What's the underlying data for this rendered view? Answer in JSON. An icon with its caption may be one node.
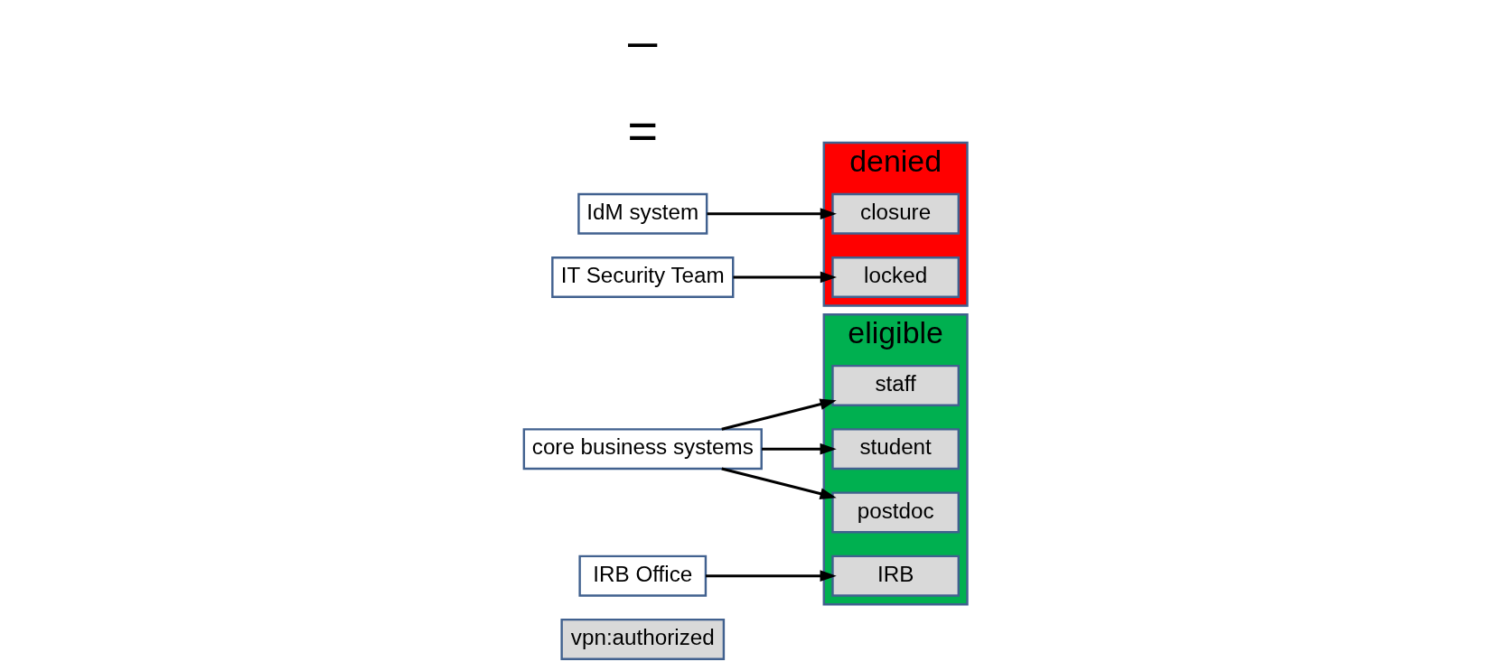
{
  "diagram": {
    "nodes": [
      {
        "text": [
          "vpn:authorized"
        ]
      },
      {
        "text": [
          "eligible"
        ]
      },
      {
        "text": [
          "staff"
        ],
        "in": 1
      },
      {
        "text": [
          "student"
        ],
        "in": 1
      },
      {
        "text": [
          "postdoc"
        ],
        "in": 1
      },
      {
        "text": [
          "IRB"
        ],
        "in": 1
      },
      {
        "text": [
          "denied"
        ]
      },
      {
        "text": [
          "closure"
        ],
        "in": 6
      },
      {
        "text": [
          "locked"
        ],
        "in": 6
      },
      {
        "text": [
          "core business systems"
        ]
      },
      {
        "text": [
          "IdM system"
        ]
      },
      {
        "text": [
          "IRB Office"
        ]
      },
      {
        "text": [
          "IT Security Team"
        ]
      }
    ],
    "edges": [
      {
        "from": 9,
        "to": 2,
        "arrow": "to"
      },
      {
        "from": 9,
        "to": 3,
        "arrow": "to"
      },
      {
        "from": 9,
        "to": 4,
        "arrow": "to"
      },
      {
        "from": 11,
        "to": 5,
        "arrow": "to"
      },
      {
        "from": 10,
        "to": 7,
        "arrow": "to"
      },
      {
        "from": 12,
        "to": 8,
        "arrow": "to"
      }
    ],
    "labels": [
      "=",
      "–"
    ]
  }
}
